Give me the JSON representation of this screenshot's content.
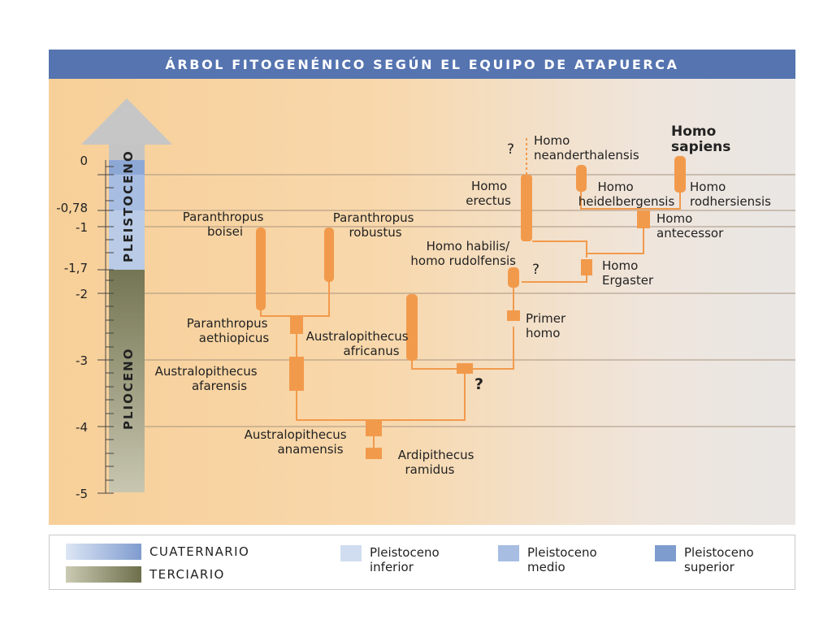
{
  "title": "ÁRBOL FITOGENÉNICO SEGÚN EL EQUIPO DE ATAPUERCA",
  "colors": {
    "branch": "#f29a4c",
    "era_pleistoceno": "#a9bfe0",
    "era_plioceno": "#7d7f60",
    "arrow": "#c9c9c9"
  },
  "axis": {
    "ticks": [
      {
        "value": 0,
        "label": "0"
      },
      {
        "value": -0.78,
        "label": "-0,78"
      },
      {
        "value": -1,
        "label": "-1"
      },
      {
        "value": -1.7,
        "label": "-1,7"
      },
      {
        "value": -2,
        "label": "-2"
      },
      {
        "value": -3,
        "label": "-3"
      },
      {
        "value": -4,
        "label": "-4"
      },
      {
        "value": -5,
        "label": "-5"
      }
    ],
    "eras": [
      {
        "name": "PLEISTOCENO",
        "from": 0,
        "to": -1.7
      },
      {
        "name": "PLIOCENO",
        "from": -1.7,
        "to": -5
      }
    ]
  },
  "species": {
    "p_boisei": [
      "Paranthropus",
      "boisei"
    ],
    "p_robustus": [
      "Paranthropus",
      "robustus"
    ],
    "p_aethiopicus": [
      "Paranthropus",
      "aethiopicus"
    ],
    "a_africanus": [
      "Australopithecus",
      "africanus"
    ],
    "a_afarensis": [
      "Australopithecus",
      "afarensis"
    ],
    "a_anamensis": [
      "Australopithecus",
      "anamensis"
    ],
    "ardipithecus": [
      "Ardipithecus",
      "ramidus"
    ],
    "primer_homo": [
      "Primer",
      "homo"
    ],
    "h_habilis": [
      "Homo habilis/",
      "homo rudolfensis"
    ],
    "h_ergaster": [
      "Homo",
      "Ergaster"
    ],
    "h_erectus": [
      "Homo",
      "erectus"
    ],
    "h_antecessor": [
      "Homo",
      "antecessor"
    ],
    "h_heidelbergensis": [
      "Homo",
      "heidelbergensis"
    ],
    "h_neanderthalensis": [
      "Homo",
      "neanderthalensis"
    ],
    "h_rodhersiensis": [
      "Homo",
      "rodhersiensis"
    ],
    "h_sapiens": [
      "Homo",
      "sapiens"
    ]
  },
  "question_mark": "?",
  "legend": {
    "cuaternario": "CUATERNARIO",
    "terciario": "TERCIARIO",
    "p_inferior": [
      "Pleistoceno",
      "inferior"
    ],
    "p_medio": [
      "Pleistoceno",
      "medio"
    ],
    "p_superior": [
      "Pleistoceno",
      "superior"
    ]
  }
}
